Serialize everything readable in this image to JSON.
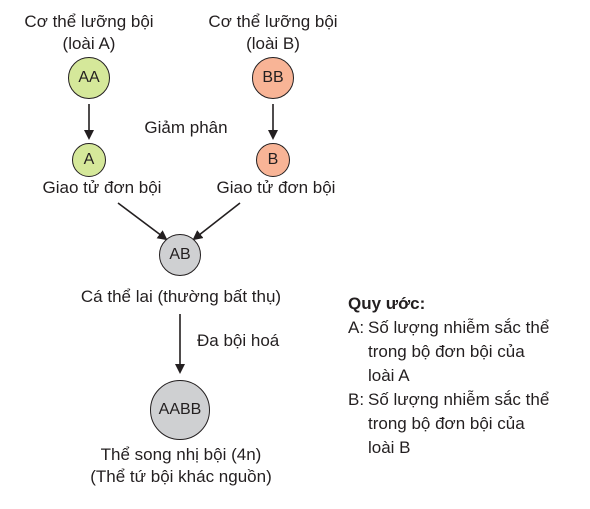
{
  "colors": {
    "species_a": "#d5e89a",
    "species_b": "#f8b496",
    "hybrid": "#cfd0d2",
    "stroke": "#231f20"
  },
  "parent_a": {
    "label_line1": "Cơ thể lưỡng bội",
    "label_line2": "(loài A)",
    "genome": "AA"
  },
  "parent_b": {
    "label_line1": "Cơ thể lưỡng bội",
    "label_line2": "(loài B)",
    "genome": "BB"
  },
  "process_meiosis": "Giảm phân",
  "gamete_a": {
    "genome": "A",
    "label": "Giao tử đơn bội"
  },
  "gamete_b": {
    "genome": "B",
    "label": "Giao tử đơn bội"
  },
  "hybrid": {
    "genome": "AB",
    "label": "Cá thể lai (thường bất thụ)"
  },
  "process_polyploidy": "Đa bội hoá",
  "allotetraploid": {
    "genome": "AABB",
    "label_line1": "Thể song nhị bội (4n)",
    "label_line2": "(Thể tứ bội khác nguồn)"
  },
  "legend": {
    "title": "Quy ước:",
    "items": [
      {
        "key": "A:",
        "lines": [
          "Số lượng nhiễm sắc thể",
          "trong bộ đơn bội của",
          "loài A"
        ]
      },
      {
        "key": "B:",
        "lines": [
          "Số lượng nhiễm sắc thể",
          "trong bộ đơn bội của",
          "loài B"
        ]
      }
    ]
  }
}
